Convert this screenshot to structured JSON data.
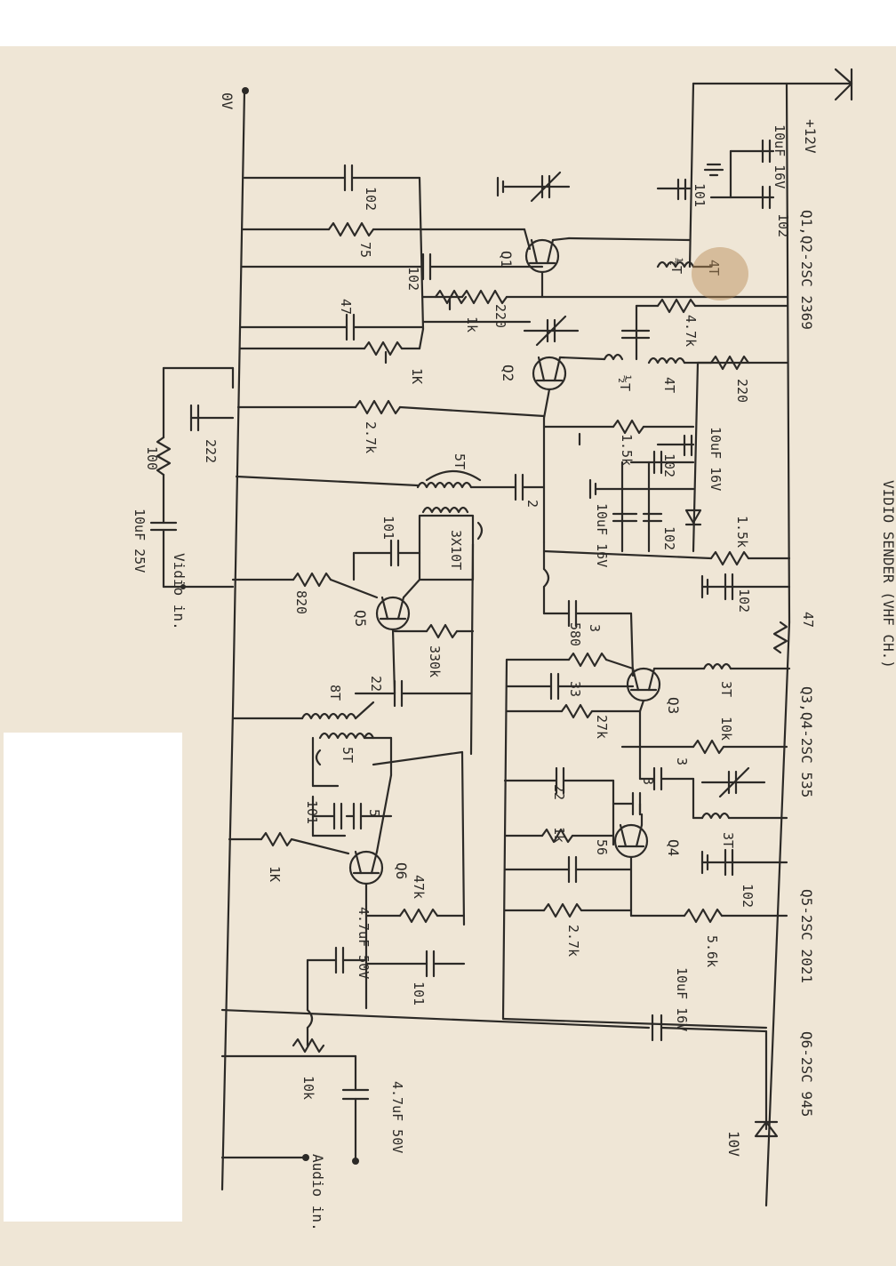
{
  "title": "VIDIO SENDER (VHF CH.)",
  "supply": {
    "plus": "+12V",
    "zero": "0V"
  },
  "notes": {
    "q1q2": "Q1,Q2-2SC 2369",
    "q3q4": "Q3,Q4-2SC 535",
    "q5": "Q5-2SC 2021",
    "q6": "Q6-2SC 945"
  },
  "inputs": {
    "video": "Vidio in.",
    "audio": "Audio in."
  },
  "zener": "10V",
  "transistors": [
    "Q1",
    "Q2",
    "Q3",
    "Q4",
    "Q5",
    "Q6"
  ],
  "components": {
    "c_top_10uf": "10uF 16V",
    "c_top_102": "102",
    "c_top_101": "101",
    "coil_4t_a": "4T",
    "coil_half_a": "½T",
    "coil_4t_b": "4T",
    "coil_half_b": "½T",
    "r_47k_top": "4.7k",
    "r_220_top": "220",
    "r_220_mid": "220",
    "c_102_left": "102",
    "r_75": "75",
    "c_102_mid": "102",
    "trim_1k_a": "1k",
    "c_47": "47",
    "trim_1k_b": "1K",
    "r_27k_a": "2.7k",
    "c_222": "222",
    "r_100": "100",
    "c_10uf_video": "10uF 25V",
    "r_15k_a": "1.5k",
    "c_102_b": "102",
    "c_10uf_16v_b": "10uF 16V",
    "c_10uf_16v_c": "10uF 16V",
    "c_102_c": "102",
    "r_15k_b": "1.5k",
    "c_102_d": "102",
    "r_47": "47",
    "coil_5t_a": "5T",
    "c_2": "2",
    "c_101_b": "101",
    "coil_3x10t": "3X10T",
    "r_820": "820",
    "r_330k": "330k",
    "c_22_a": "22",
    "coil_8t": "8T",
    "c_3_a": "3",
    "r_580": "580",
    "c_33": "33",
    "r_27k_b": "27k",
    "coil_3t_a": "3T",
    "r_10k_a": "10k",
    "c_3_b": "3",
    "c_3_c": "3",
    "c_22_b": "22",
    "r_1k_c": "1k",
    "c_56": "56",
    "coil_3t_b": "3T",
    "c_102_e": "102",
    "r_27k_c": "2.7k",
    "r_56k": "5.6k",
    "c_10uf_16v_d": "10uF 16V",
    "coil_5t_b": "5T",
    "c_101_c": "101",
    "c_5": "5",
    "r_1k_d": "1K",
    "r_47k_q6": "47k",
    "c_47uf": "4.7uF 50V",
    "c_101_d": "101",
    "pot_10k": "10k",
    "c_47uf_audio": "4.7uF 50V"
  }
}
